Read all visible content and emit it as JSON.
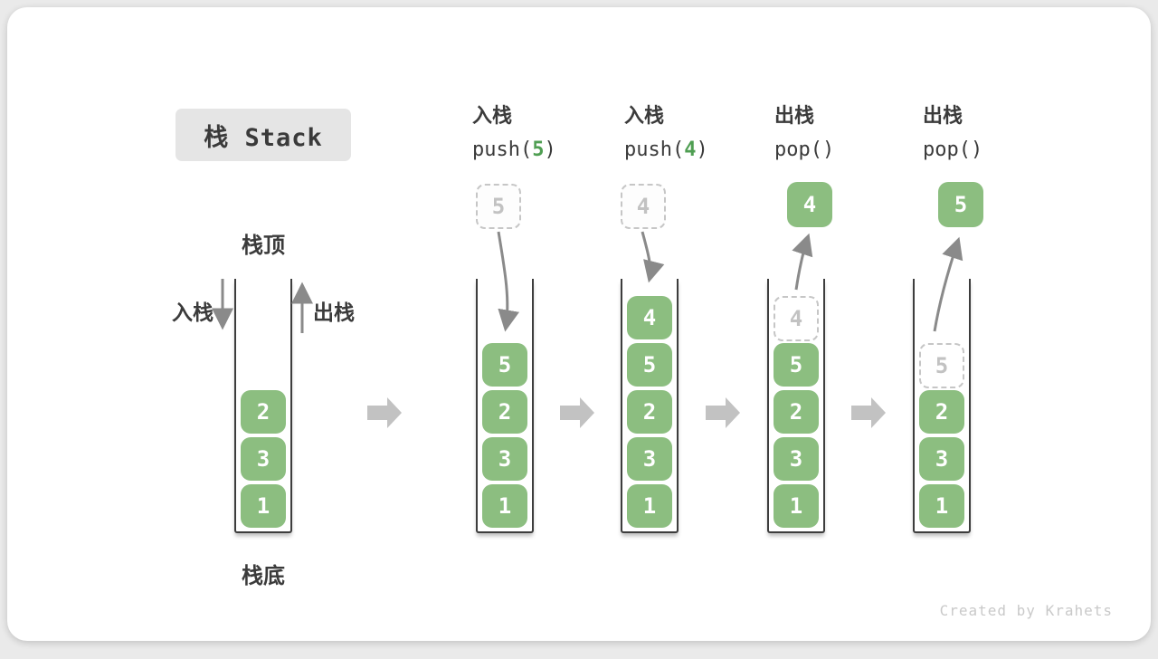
{
  "title": {
    "text": "栈 Stack"
  },
  "labels": {
    "stack_top": "栈顶",
    "stack_bottom": "栈底",
    "push_side": "入栈",
    "pop_side": "出栈"
  },
  "colors": {
    "block_green": "#8cbe80",
    "arg_green": "#4f9e52",
    "ghost_gray": "#c6c6c6",
    "curve_arrow_gray": "#8a8a8a",
    "flow_arrow_gray": "#c2c2c2",
    "wall_dark": "#3d3d3d",
    "title_bg": "#e5e5e5",
    "text_dark": "#3b3b3b"
  },
  "columns": [
    {
      "name": "initial",
      "blocks": [
        "2",
        "3",
        "1"
      ]
    },
    {
      "name": "push-5",
      "op_cn": "入栈",
      "op_prefix": "push(",
      "op_arg": "5",
      "op_suffix": ")",
      "float_value": "5",
      "blocks": [
        "5",
        "2",
        "3",
        "1"
      ]
    },
    {
      "name": "push-4",
      "op_cn": "入栈",
      "op_prefix": "push(",
      "op_arg": "4",
      "op_suffix": ")",
      "float_value": "4",
      "blocks": [
        "4",
        "5",
        "2",
        "3",
        "1"
      ]
    },
    {
      "name": "pop-4",
      "op_cn": "出栈",
      "op_prefix": "pop(",
      "op_arg": "",
      "op_suffix": ")",
      "popped_value": "4",
      "ghost_value": "4",
      "blocks": [
        "5",
        "2",
        "3",
        "1"
      ]
    },
    {
      "name": "pop-5",
      "op_cn": "出栈",
      "op_prefix": "pop(",
      "op_arg": "",
      "op_suffix": ")",
      "popped_value": "5",
      "ghost_value": "5",
      "blocks": [
        "2",
        "3",
        "1"
      ]
    }
  ],
  "footer": {
    "credit": "Created by Krahets"
  }
}
